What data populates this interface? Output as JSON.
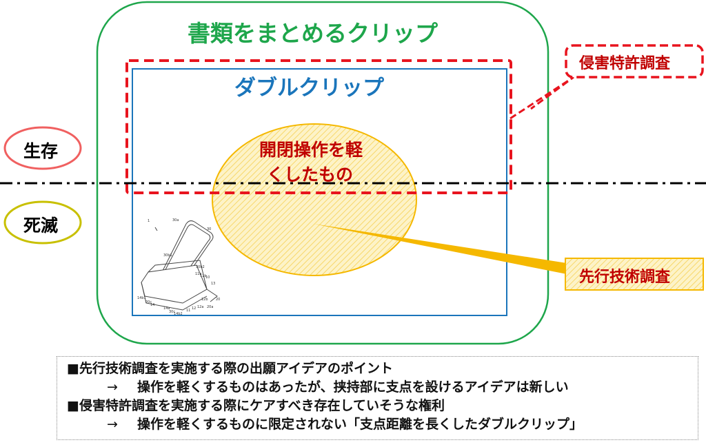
{
  "title": "書類をまとめるクリップ",
  "inner_title": "ダブルクリップ",
  "ellipse_text": [
    "開閉操作を軽",
    "くしたもの"
  ],
  "status_labels": {
    "alive": "生存",
    "dead": "死滅"
  },
  "callouts": {
    "infringement": "侵害特許調査",
    "prior_art": "先行技術調査"
  },
  "figure_labels": [
    "1",
    "30a",
    "30",
    "30b1",
    "30b2",
    "11a",
    "11b",
    "10",
    "13",
    "14b1",
    "20c",
    "14",
    "14a",
    "30c",
    "14b2",
    "11",
    "12",
    "12a",
    "12b",
    "20",
    "20a"
  ],
  "notes": {
    "bullet": "■",
    "arrow": "→",
    "items": [
      {
        "heading": "先行技術調査を実施する際の出願アイデアのポイント",
        "detail": "操作を軽くするものはあったが、挟持部に支点を設けるアイデアは新しい"
      },
      {
        "heading": "侵害特許調査を実施する際にケアすべき存在していそうな権利",
        "detail": "操作を軽くするものに限定されない「支点距離を長くしたダブルクリップ」"
      }
    ]
  },
  "colors": {
    "green": "#1ea64b",
    "blue": "#1a75bb",
    "red": "#e8141e",
    "darkred": "#c00000",
    "yellow": "#f5b800",
    "olive": "#c8c000"
  }
}
